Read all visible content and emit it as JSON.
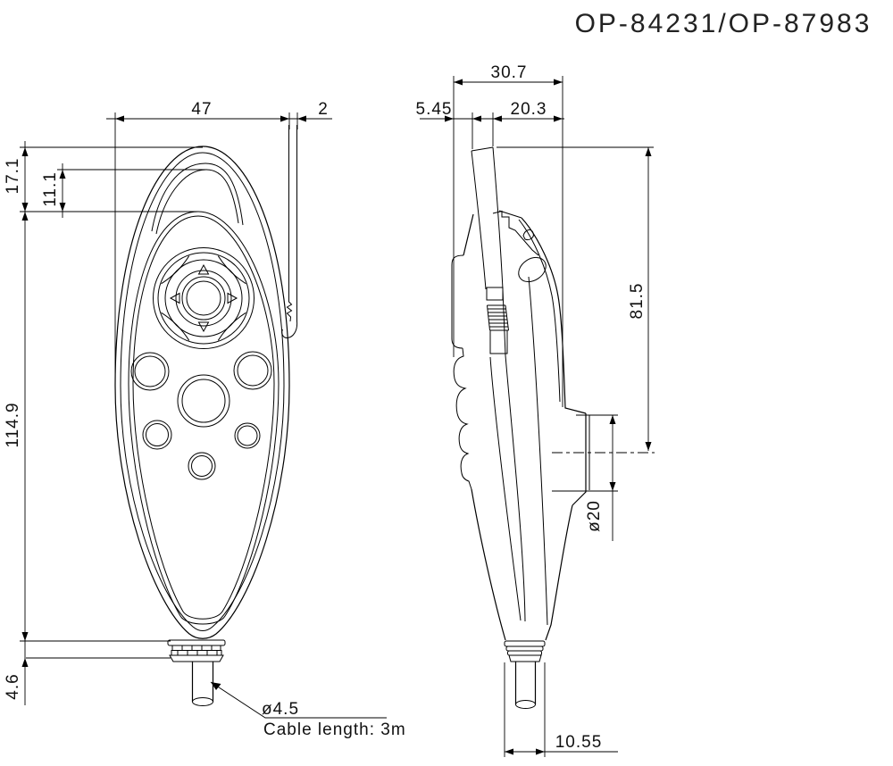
{
  "title": "OP-84231/OP-87983",
  "front": {
    "width_mm": "47",
    "clip_offset_mm": "2",
    "hood_height_mm": "17.1",
    "hood_inner_mm": "11.1",
    "body_height_mm": "114.9",
    "ferrule_height_mm": "4.6",
    "cable_diameter": "ø4.5",
    "cable_length_note": "Cable length: 3m"
  },
  "side": {
    "depth_mm": "30.7",
    "front_offset_mm": "5.45",
    "upper_depth_mm": "20.3",
    "height_mm": "81.5",
    "boss_diameter": "ø20",
    "ferrule_width_mm": "10.55"
  }
}
